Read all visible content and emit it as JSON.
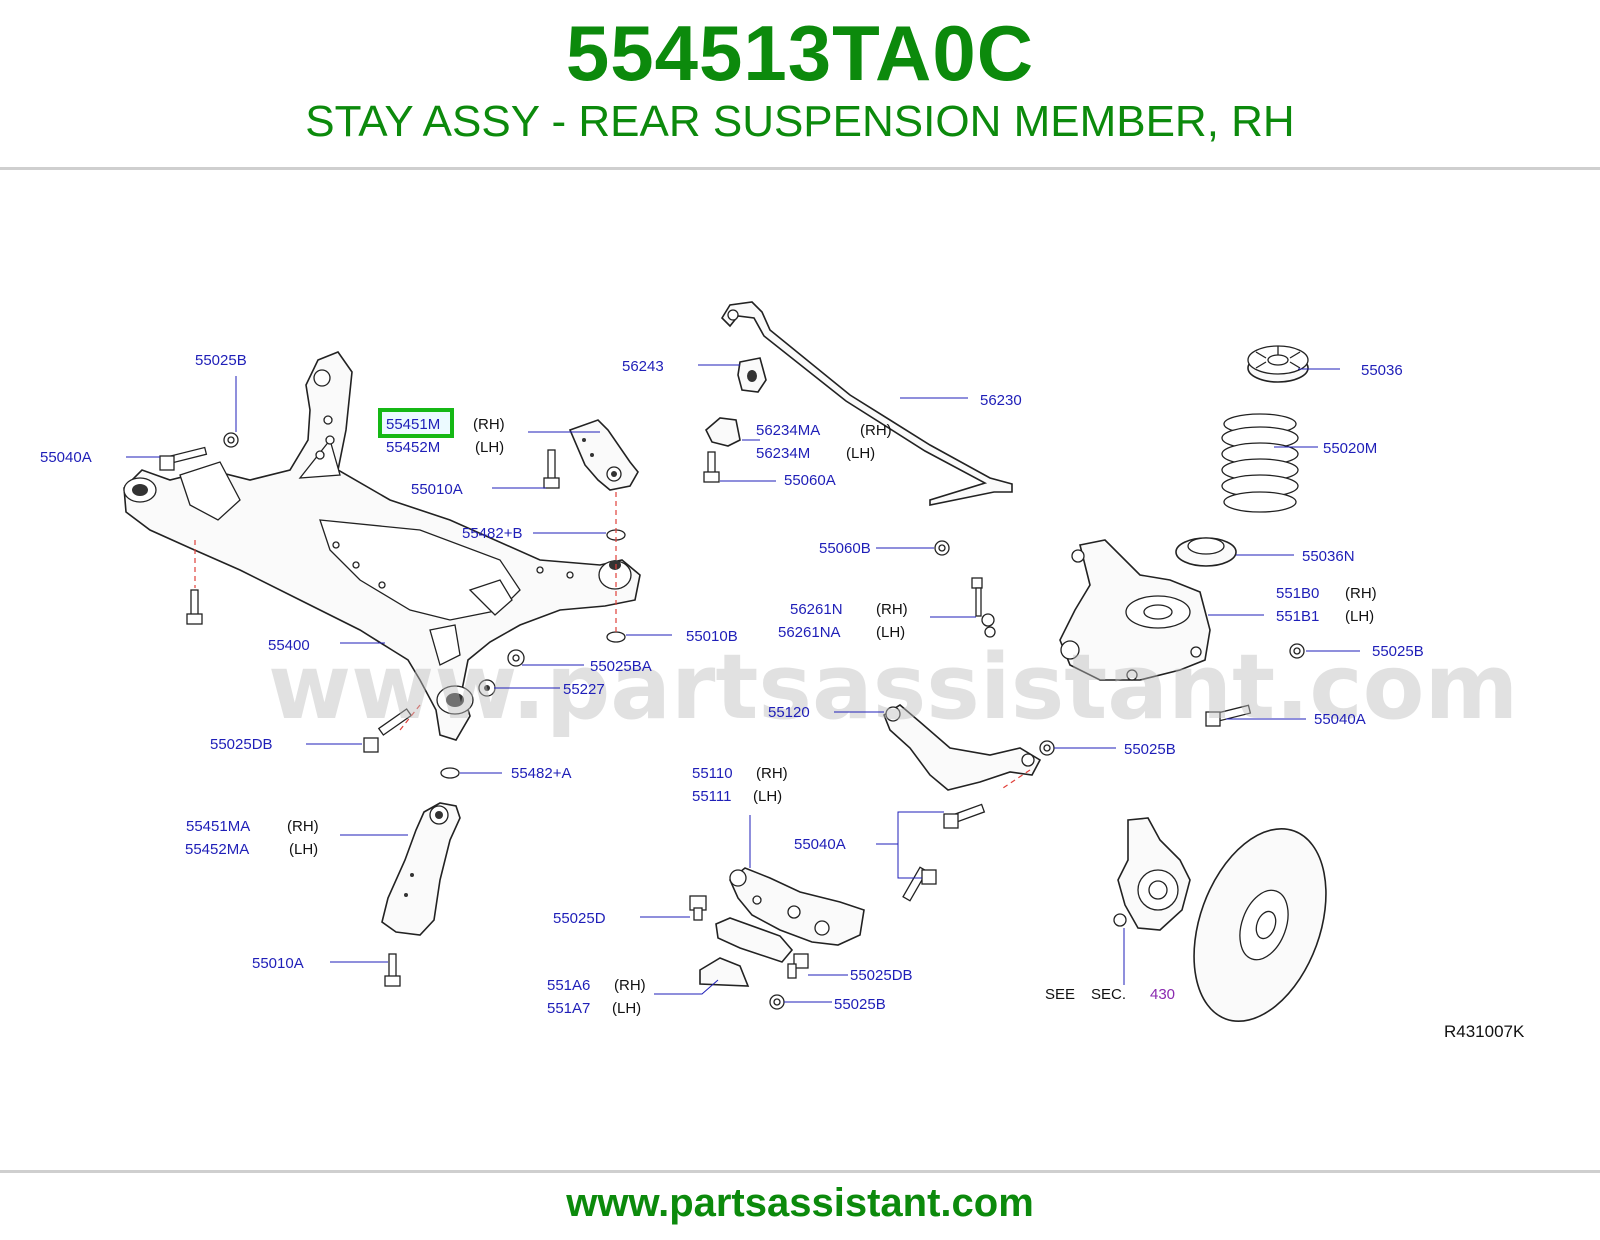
{
  "header": {
    "part_number": "554513TA0C",
    "description": "STAY ASSY - REAR SUSPENSION MEMBER, RH"
  },
  "footer": {
    "url": "www.partsassistant.com"
  },
  "watermark": "www.partsassistant.com",
  "colors": {
    "brand_green": "#0c8a0c",
    "label_blue": "#1f1fb8",
    "highlight_box": "#15b815",
    "section_purple": "#8a2ab0"
  },
  "diagram": {
    "reference_code": "R431007K",
    "see_text": "SEE",
    "sec_text": "SEC.",
    "sec_number": "430",
    "labels": {
      "l55025B_1": "55025B",
      "l55040A_1": "55040A",
      "l55451M": "55451M",
      "l55451M_side": "(RH)",
      "l55452M": "55452M",
      "l55452M_side": "(LH)",
      "l55010A_1": "55010A",
      "l55482B": "55482+B",
      "l55400": "55400",
      "l55010B": "55010B",
      "l55025BA": "55025BA",
      "l55227": "55227",
      "l55025DB_1": "55025DB",
      "l55482A": "55482+A",
      "l55451MA": "55451MA",
      "l55451MA_side": "(RH)",
      "l55452MA": "55452MA",
      "l55452MA_side": "(LH)",
      "l55010A_2": "55010A",
      "l56243": "56243",
      "l56230": "56230",
      "l56234MA": "56234MA",
      "l56234MA_side": "(RH)",
      "l56234M": "56234M",
      "l56234M_side": "(LH)",
      "l55060A": "55060A",
      "l55060B": "55060B",
      "l56261N": "56261N",
      "l56261N_side": "(RH)",
      "l56261NA": "56261NA",
      "l56261NA_side": "(LH)",
      "l55120": "55120",
      "l55110": "55110",
      "l55110_side": "(RH)",
      "l55111": "55111",
      "l55111_side": "(LH)",
      "l55040A_2": "55040A",
      "l55025D": "55025D",
      "l55025DB_2": "55025DB",
      "l551A6": "551A6",
      "l551A6_side": "(RH)",
      "l551A7": "551A7",
      "l551A7_side": "(LH)",
      "l55025B_2": "55025B",
      "l55036": "55036",
      "l55020M": "55020M",
      "l55036N": "55036N",
      "l551B0": "551B0",
      "l551B0_side": "(RH)",
      "l551B1": "551B1",
      "l551B1_side": "(LH)",
      "l55025B_3": "55025B",
      "l55040A_3": "55040A",
      "l55025B_4": "55025B"
    }
  }
}
